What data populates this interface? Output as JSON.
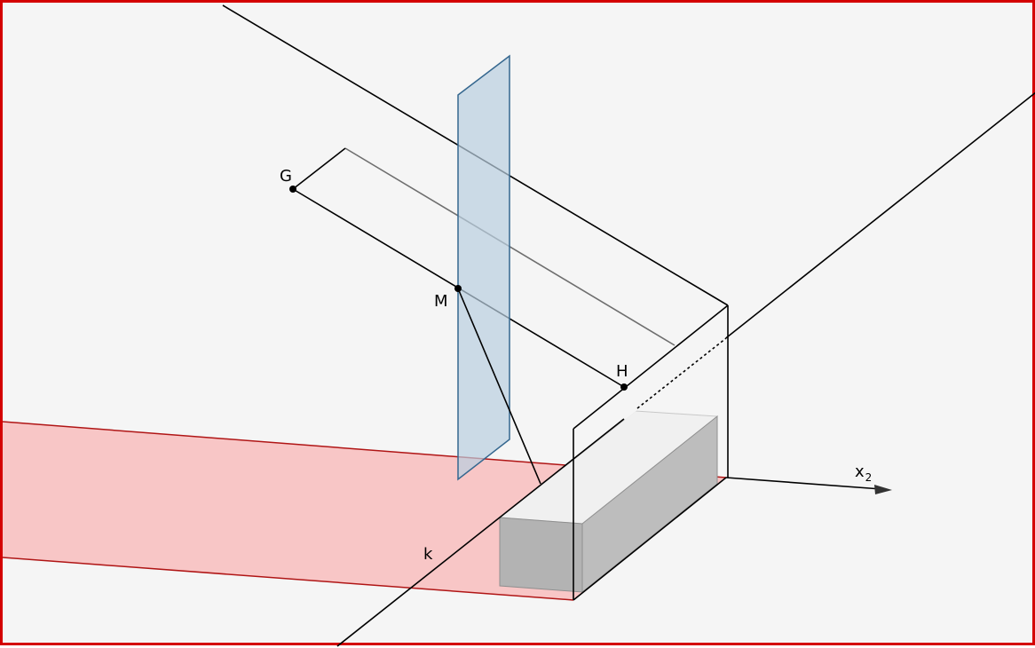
{
  "labels": {
    "G": "G",
    "M": "M",
    "H": "H",
    "k": "k",
    "x_axis": "x",
    "x_axis_subscript": "2"
  },
  "colors": {
    "frame_border": "#d40000",
    "ground_plane_fill": "#f8c6c6",
    "ground_plane_edge": "#b01515",
    "mirror_plane_fill": "#c9dae6",
    "mirror_plane_edge": "#35678f",
    "box_fill": "#b7b7b7",
    "line": "#000000"
  }
}
